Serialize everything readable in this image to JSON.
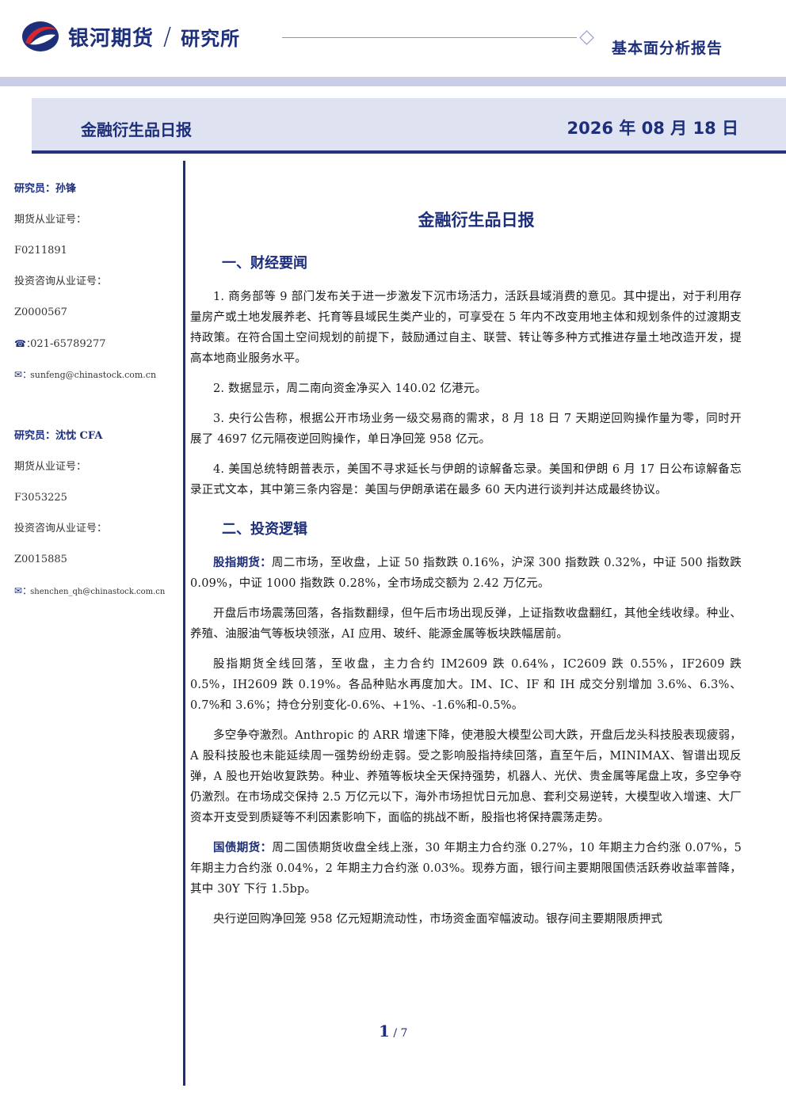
{
  "header": {
    "logo_name": "银河期货",
    "logo_slash": "/",
    "institute": "研究所",
    "report_type": "基本面分析报告"
  },
  "banner": {
    "title": "金融衍生品日报",
    "date": "2026 年 08 月 18 日"
  },
  "sidebar": {
    "analyst1": {
      "name": "研究员：孙锋",
      "futures_cert_label": "期货从业证号：",
      "futures_cert": "F0211891",
      "invest_cert_label": "投资咨询从业证号：",
      "invest_cert": "Z0000567",
      "phone": "021-65789277",
      "email": "sunfeng@chinastock.com.cn"
    },
    "analyst2": {
      "name": "研究员：沈忱 CFA",
      "futures_cert_label": "期货从业证号：",
      "futures_cert": "F3053225",
      "invest_cert_label": "投资咨询从业证号：",
      "invest_cert": "Z0015885",
      "email": "shenchen_qh@chinastock.com.cn"
    },
    "phone_icon": "☎：",
    "email_icon": "✉："
  },
  "main": {
    "title": "金融衍生品日报",
    "section1": "一、财经要闻",
    "news": [
      "1. 商务部等 9 部门发布关于进一步激发下沉市场活力，活跃县域消费的意见。其中提出，对于利用存量房产或土地发展养老、托育等县域民生类产业的，可享受在 5 年内不改变用地主体和规划条件的过渡期支持政策。在符合国土空间规划的前提下，鼓励通过自主、联营、转让等多种方式推进存量土地改造开发，提高本地商业服务水平。",
      "2. 数据显示，周二南向资金净买入 140.02 亿港元。",
      "3. 央行公告称，根据公开市场业务一级交易商的需求，8 月 18 日 7 天期逆回购操作量为零，同时开展了 4697 亿元隔夜逆回购操作，单日净回笼 958 亿元。",
      "4. 美国总统特朗普表示，美国不寻求延长与伊朗的谅解备忘录。美国和伊朗 6 月 17 日公布谅解备忘录正式文本，其中第三条内容是：美国与伊朗承诺在最多 60 天内进行谈判并达成最终协议。"
    ],
    "section2": "二、投资逻辑",
    "equity_label": "股指期货：",
    "equity_p1": "周二市场，至收盘，上证 50 指数跌 0.16%，沪深 300 指数跌 0.32%，中证 500 指数跌 0.09%，中证 1000 指数跌 0.28%，全市场成交额为 2.42 万亿元。",
    "equity_p2": "开盘后市场震荡回落，各指数翻绿，但午后市场出现反弹，上证指数收盘翻红，其他全线收绿。种业、养殖、油服油气等板块领涨，AI 应用、玻纤、能源金属等板块跌幅居前。",
    "equity_p3": "股指期货全线回落，至收盘，主力合约 IM2609 跌 0.64%，IC2609 跌 0.55%，IF2609 跌 0.5%，IH2609 跌 0.19%。各品种贴水再度加大。IM、IC、IF 和 IH 成交分别增加 3.6%、6.3%、0.7%和 3.6%；持仓分别变化-0.6%、+1%、-1.6%和-0.5%。",
    "equity_p4": "多空争夺激烈。Anthropic 的 ARR 增速下降，使港股大模型公司大跌，开盘后龙头科技股表现疲弱，A 股科技股也未能延续周一强势纷纷走弱。受之影响股指持续回落，直至午后，MINIMAX、智谱出现反弹，A 股也开始收复跌势。种业、养殖等板块全天保持强势，机器人、光伏、贵金属等尾盘上攻，多空争夺仍激烈。在市场成交保持 2.5 万亿元以下，海外市场担忧日元加息、套利交易逆转，大模型收入增速、大厂资本开支受到质疑等不利因素影响下，面临的挑战不断，股指也将保持震荡走势。",
    "bond_label": "国债期货：",
    "bond_p1": "周二国债期货收盘全线上涨，30 年期主力合约涨 0.27%，10 年期主力合约涨 0.07%，5 年期主力合约涨 0.04%，2 年期主力合约涨 0.03%。现券方面，银行间主要期限国债活跃券收益率普降，其中 30Y 下行 1.5bp。",
    "bond_p2": "央行逆回购净回笼 958 亿元短期流动性，市场资金面窄幅波动。银存间主要期限质押式"
  },
  "footer": {
    "page": "1",
    "sep": " / ",
    "total": "7"
  },
  "colors": {
    "brand_navy": "#1d2f7a",
    "logo_red": "#d7262c",
    "band": "#c9cde6",
    "banner_bg": "#dfe2f0"
  }
}
